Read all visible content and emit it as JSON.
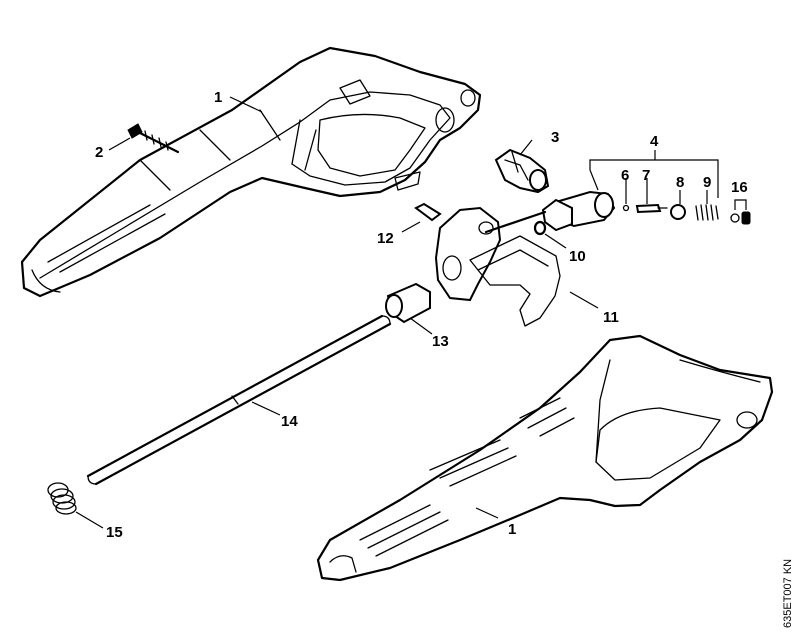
{
  "diagram": {
    "reference_code": "635ET007 KN",
    "callouts": {
      "c1_top": "1",
      "c2": "2",
      "c3": "3",
      "c4": "4",
      "c6": "6",
      "c7": "7",
      "c8": "8",
      "c9": "9",
      "c16": "16",
      "c12": "12",
      "c10": "10",
      "c11": "11",
      "c13": "13",
      "c14": "14",
      "c15": "15",
      "c1_bottom": "1"
    }
  }
}
